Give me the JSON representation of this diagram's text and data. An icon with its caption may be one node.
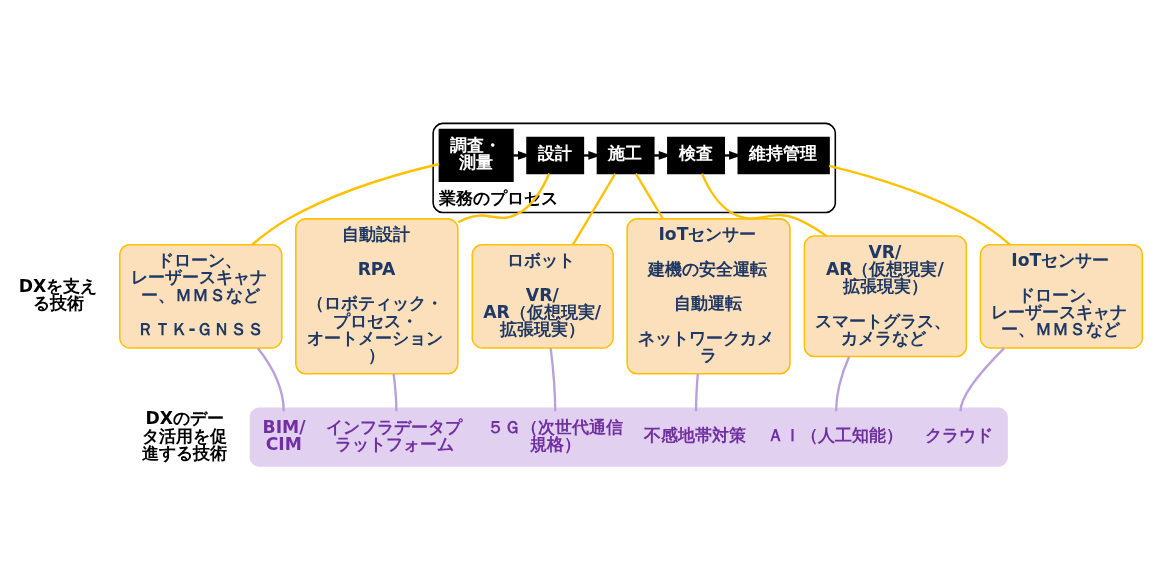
{
  "diagram": {
    "nodes": [
      {
        "text": [
          "業務のプロセス"
        ]
      },
      {
        "text": [
          "調査・測量"
        ],
        "in": 0
      },
      {
        "text": [
          "設計"
        ],
        "in": 0
      },
      {
        "text": [
          "施工"
        ],
        "in": 0
      },
      {
        "text": [
          "検査"
        ],
        "in": 0
      },
      {
        "text": [
          "維持管理"
        ],
        "in": 0
      },
      {
        "text": [
          "ドローン、レーザースキャナー、ＭＭＳなど",
          "ＲＴＫ-ＧＮＳＳ"
        ]
      },
      {
        "text": [
          "自動設計",
          "RPA",
          "（ロボティック・プロセス・オートメーション）"
        ]
      },
      {
        "text": [
          "ロボット",
          "VR/AR（仮想現実/拡張現実）"
        ]
      },
      {
        "text": [
          "IoTセンサー",
          "建機の安全運転",
          "自動運転",
          "ネットワークカメラ"
        ]
      },
      {
        "text": [
          "VR/AR（仮想現実/拡張現実）",
          "スマートグラス、カメラなど"
        ]
      },
      {
        "text": [
          "IoTセンサー",
          "ドローン、レーザースキャナー、ＭＭＳなど"
        ]
      },
      {
        "text": [
          "BIM/CIM",
          "インフラデータプラットフォーム",
          "５Ｇ（次世代通信規格）",
          "不感地帯対策",
          "ＡＩ（人工知能）",
          "クラウド"
        ]
      }
    ],
    "edges": [
      {
        "from": 1,
        "to": 2,
        "arrow": "to",
        "color": "#000000"
      },
      {
        "from": 2,
        "to": 3,
        "arrow": "to",
        "color": "#000000"
      },
      {
        "from": 3,
        "to": 4,
        "arrow": "to",
        "color": "#000000"
      },
      {
        "from": 4,
        "to": 5,
        "arrow": "to",
        "color": "#000000"
      },
      {
        "from": 6,
        "to": 1,
        "arrow": "none",
        "color": "#ffc000"
      },
      {
        "from": 7,
        "to": 2,
        "arrow": "none",
        "color": "#ffc000"
      },
      {
        "from": 8,
        "to": 3,
        "arrow": "none",
        "color": "#ffc000"
      },
      {
        "from": 9,
        "to": 3,
        "arrow": "none",
        "color": "#ffc000"
      },
      {
        "from": 10,
        "to": 4,
        "arrow": "none",
        "color": "#ffc000"
      },
      {
        "from": 11,
        "to": 5,
        "arrow": "none",
        "color": "#ffc000"
      },
      {
        "from": 12,
        "to": 6,
        "arrow": "none",
        "color": "#b9a0d8"
      },
      {
        "from": 12,
        "to": 7,
        "arrow": "none",
        "color": "#b9a0d8"
      },
      {
        "from": 12,
        "to": 8,
        "arrow": "none",
        "color": "#b9a0d8"
      },
      {
        "from": 12,
        "to": 9,
        "arrow": "none",
        "color": "#b9a0d8"
      },
      {
        "from": 12,
        "to": 10,
        "arrow": "none",
        "color": "#b9a0d8"
      },
      {
        "from": 12,
        "to": 11,
        "arrow": "none",
        "color": "#b9a0d8"
      }
    ],
    "labels": [
      "DXを支える技術",
      "DXのデータ活用を促進する技術"
    ]
  }
}
